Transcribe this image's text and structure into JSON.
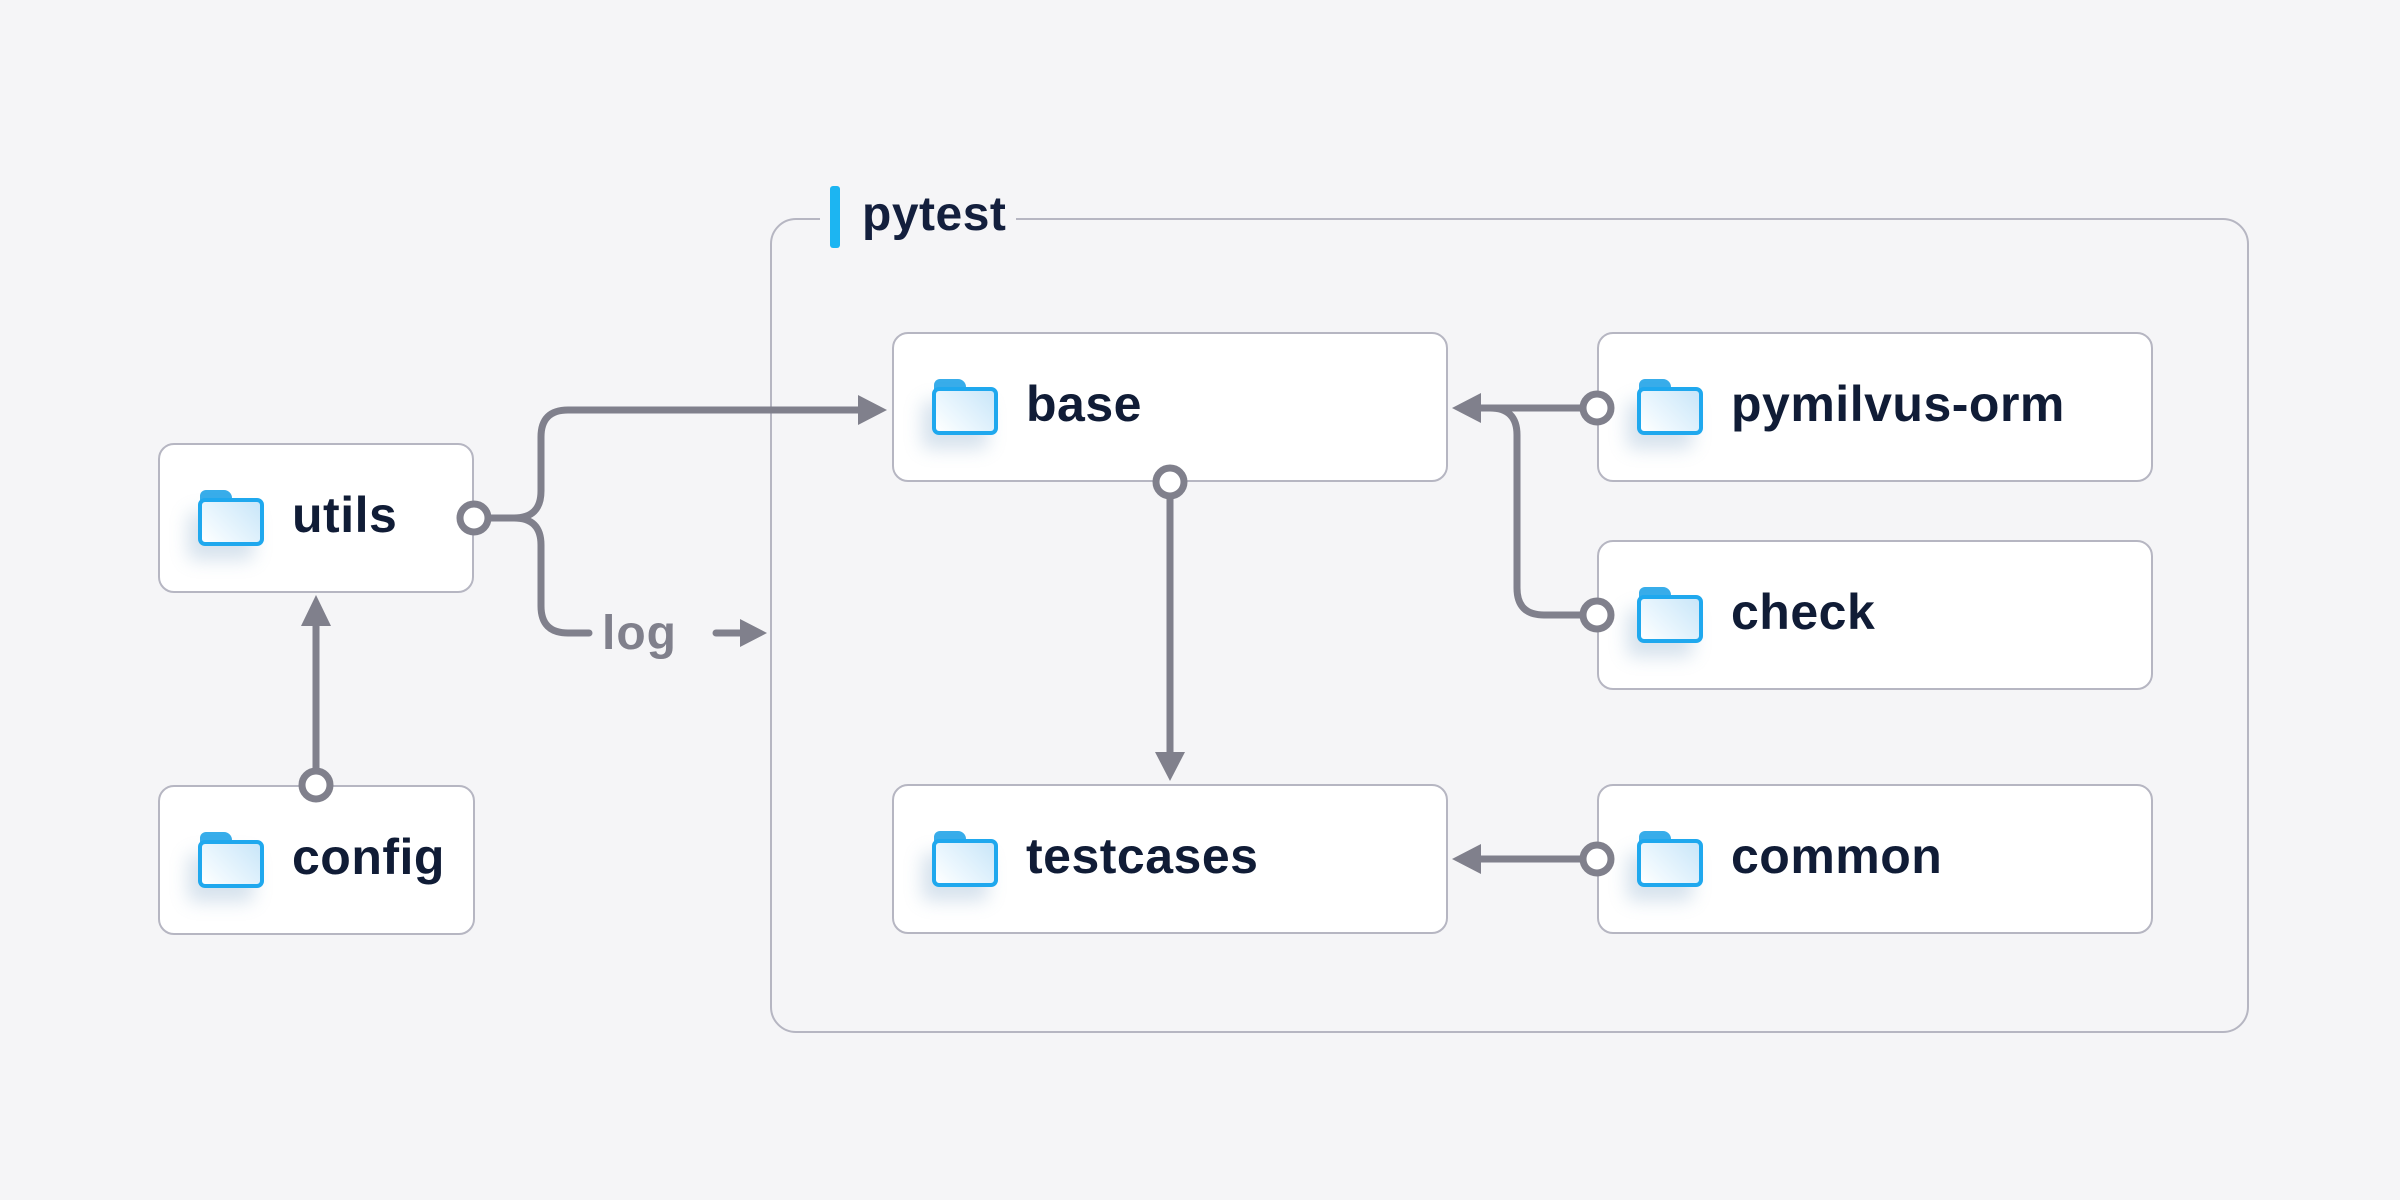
{
  "canvas": {
    "background": "#f5f5f7"
  },
  "group": {
    "label": "pytest",
    "accent_bar_color": "#1cb5f2",
    "border_color": "#b6b6c2"
  },
  "nodes": {
    "utils": {
      "label": "utils",
      "icon": "folder-icon"
    },
    "config": {
      "label": "config",
      "icon": "folder-icon"
    },
    "base": {
      "label": "base",
      "icon": "folder-icon"
    },
    "testcases": {
      "label": "testcases",
      "icon": "folder-icon"
    },
    "pymilvus_orm": {
      "label": "pymilvus-orm",
      "icon": "folder-icon"
    },
    "check": {
      "label": "check",
      "icon": "folder-icon"
    },
    "common": {
      "label": "common",
      "icon": "folder-icon"
    }
  },
  "edges": {
    "log_label": "log",
    "relations": [
      "config -> utils",
      "utils -> base",
      "utils -> log (into pytest group)",
      "base -> testcases",
      "pymilvus-orm -> base",
      "check -> base",
      "common -> testcases"
    ]
  },
  "colors": {
    "connector_gray": "#80808c",
    "node_text_navy": "#101c36",
    "folder_blue": "#1fa8ee",
    "folder_tab_blue": "#38adea",
    "box_border": "#b6b6c2",
    "accent_blue": "#1cb5f2"
  }
}
